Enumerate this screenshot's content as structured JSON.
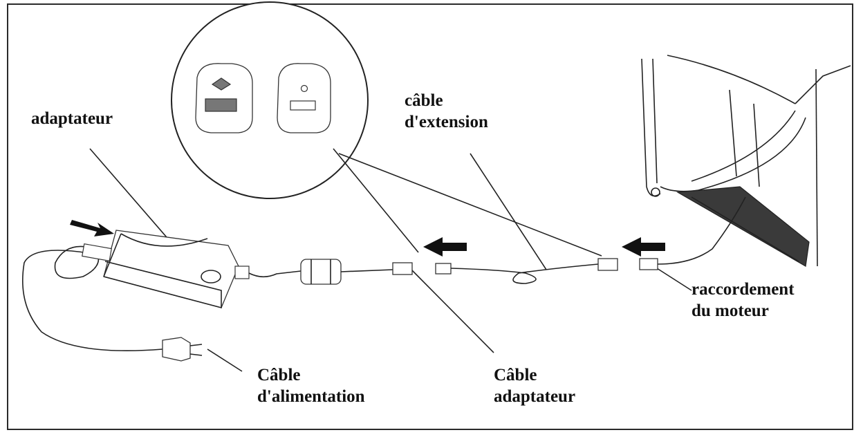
{
  "labels": {
    "adaptateur": "adaptateur",
    "cable_extension": [
      "câble",
      "d'extension"
    ],
    "raccordement_moteur": [
      "raccordement",
      "du moteur"
    ],
    "cable_alimentation": [
      "Câble",
      "d'alimentation"
    ],
    "cable_adaptateur": [
      "Câble",
      "adaptateur"
    ]
  },
  "icons": [
    "arrow-icon",
    "plug-icon",
    "connector-icon"
  ],
  "colors": {
    "line": "#222222",
    "arrow": "#111111",
    "background": "#ffffff"
  }
}
